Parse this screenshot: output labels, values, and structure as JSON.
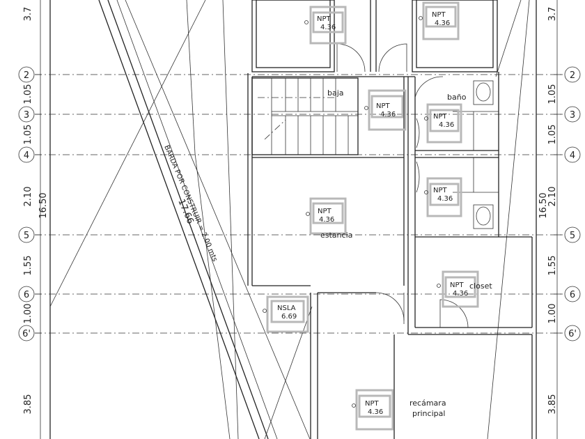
{
  "dimensions": {
    "left_total": "16.50",
    "right_total": "16.50",
    "left_segments": [
      "3.7",
      "1.05",
      "1.05",
      "2.10",
      "1.55",
      "1.00",
      "3.85"
    ],
    "right_segments": [
      "3.7",
      "1.05",
      "1.05",
      "2.10",
      "1.55",
      "1.00",
      "3.85"
    ]
  },
  "axes": [
    "2",
    "3",
    "4",
    "5",
    "6",
    "6'"
  ],
  "levels": [
    {
      "code": "NPT",
      "value": "4.36"
    },
    {
      "code": "NPT",
      "value": "4.36"
    },
    {
      "code": "NPT",
      "value": "4.36"
    },
    {
      "code": "NPT",
      "value": "4.36"
    },
    {
      "code": "NPT",
      "value": "4.36"
    },
    {
      "code": "NPT",
      "value": "4.36"
    },
    {
      "code": "NPT",
      "value": "4.36"
    },
    {
      "code": "NSLA",
      "value": "6.69"
    },
    {
      "code": "NPT",
      "value": "4.36"
    }
  ],
  "rooms": {
    "baja": "baja",
    "bano": "baño",
    "estancia": "estancia",
    "closet": "closet",
    "recamara_line1": "recámara",
    "recamara_line2": "principal"
  },
  "annotations": {
    "barda": "BARDA POR CONSTRUIR = 2.00 mts",
    "slope": "17.66"
  }
}
